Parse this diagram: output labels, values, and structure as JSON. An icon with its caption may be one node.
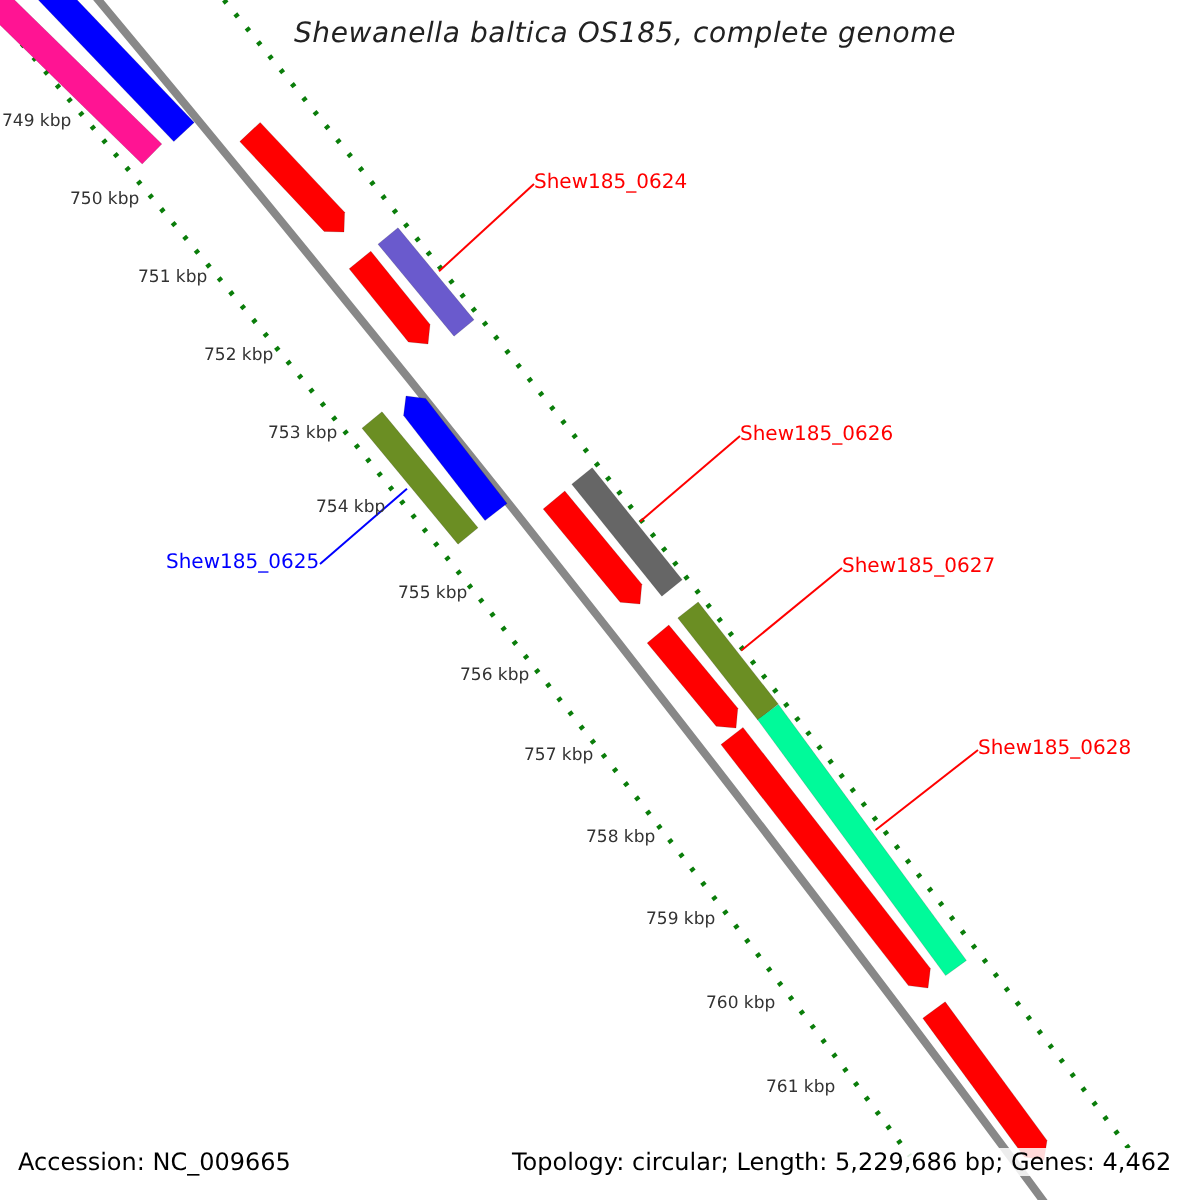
{
  "diagram": {
    "title": "Shewanella baltica OS185, complete genome",
    "nodes": [
      {
        "text": [
          "Shew185_0624"
        ]
      },
      {
        "text": [],
        "shape": "bar"
      },
      {
        "text": [
          "Shew185_0625"
        ]
      },
      {
        "text": [],
        "shape": "bar"
      },
      {
        "text": [
          "Shew185_0626"
        ]
      },
      {
        "text": [],
        "shape": "bar"
      },
      {
        "text": [
          "Shew185_0627"
        ]
      },
      {
        "text": [],
        "shape": "bar"
      },
      {
        "text": [
          "Shew185_0628"
        ]
      },
      {
        "text": [],
        "shape": "bar"
      },
      {
        "text": [],
        "shape": "bar"
      },
      {
        "text": [],
        "shape": "bar"
      },
      {
        "text": [],
        "shape": "bar"
      },
      {
        "text": [],
        "shape": "bar"
      },
      {
        "text": [],
        "shape": "bar"
      },
      {
        "text": [],
        "shape": "bar"
      },
      {
        "text": [],
        "shape": "bar"
      },
      {
        "text": [],
        "shape": "bar"
      },
      {
        "text": [],
        "shape": "bar"
      }
    ],
    "edges": [
      {
        "from": 0,
        "to": 1,
        "arrow": "none"
      },
      {
        "from": 2,
        "to": 3,
        "arrow": "none",
        "color": "#0000ff"
      },
      {
        "from": 4,
        "to": 5,
        "arrow": "none"
      },
      {
        "from": 6,
        "to": 7,
        "arrow": "none"
      },
      {
        "from": 8,
        "to": 9,
        "arrow": "none"
      }
    ],
    "labels": [
      "749 kbp",
      "750 kbp",
      "751 kbp",
      "752 kbp",
      "753 kbp",
      "754 kbp",
      "755 kbp",
      "756 kbp",
      "757 kbp",
      "758 kbp",
      "759 kbp",
      "760 kbp",
      "761 kbp",
      "Accession: NC_009665",
      "Topology: circular; Length: 5,229,686 bp; Genes: 4,462"
    ]
  }
}
